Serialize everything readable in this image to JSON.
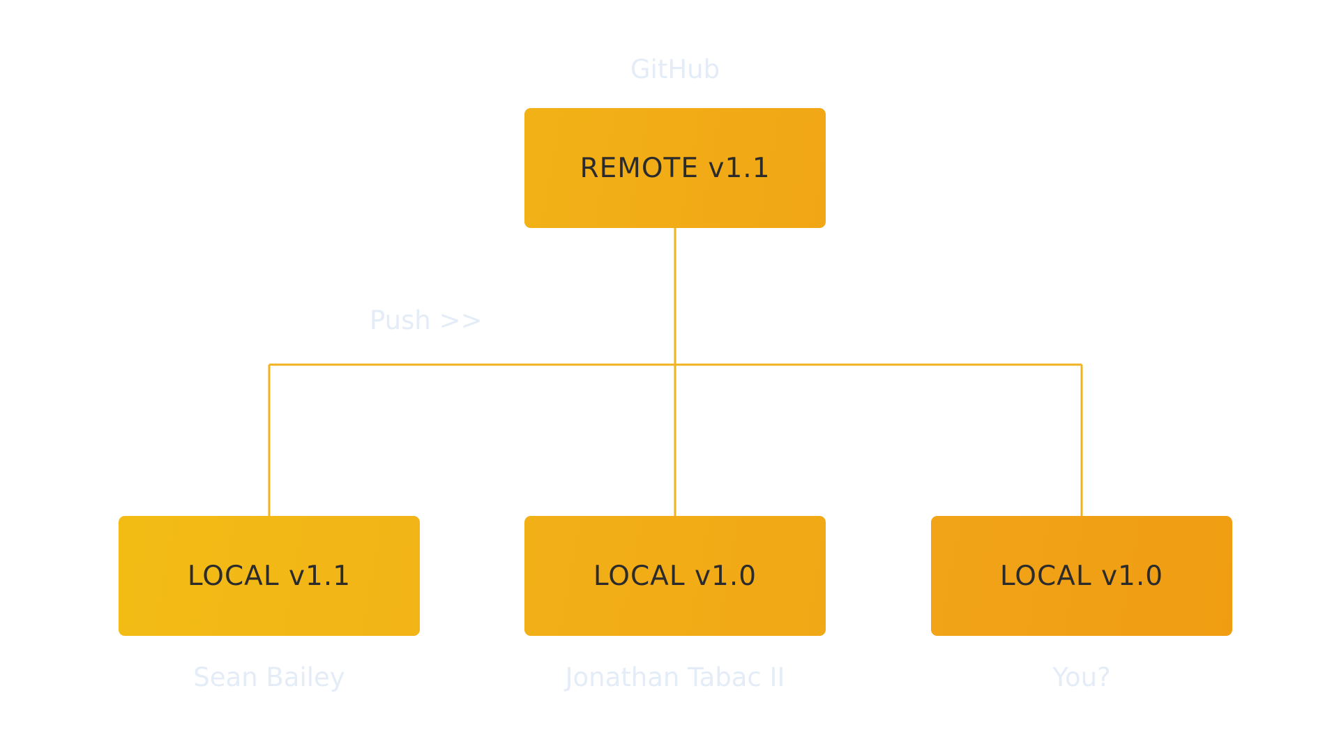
{
  "colors": {
    "connector": "#f0b21e",
    "caption_text": "#e4ecf7",
    "node_text": "#2b2b2b",
    "node_fill_light": "#f3bc15",
    "node_fill_dark": "#f09d12"
  },
  "remote": {
    "label": "REMOTE v1.1",
    "caption": "GitHub"
  },
  "push_label": "Push >>",
  "locals": [
    {
      "label": "LOCAL v1.1",
      "caption": "Sean Bailey"
    },
    {
      "label": "LOCAL v1.0",
      "caption": "Jonathan Tabac II"
    },
    {
      "label": "LOCAL v1.0",
      "caption": "You?"
    }
  ]
}
